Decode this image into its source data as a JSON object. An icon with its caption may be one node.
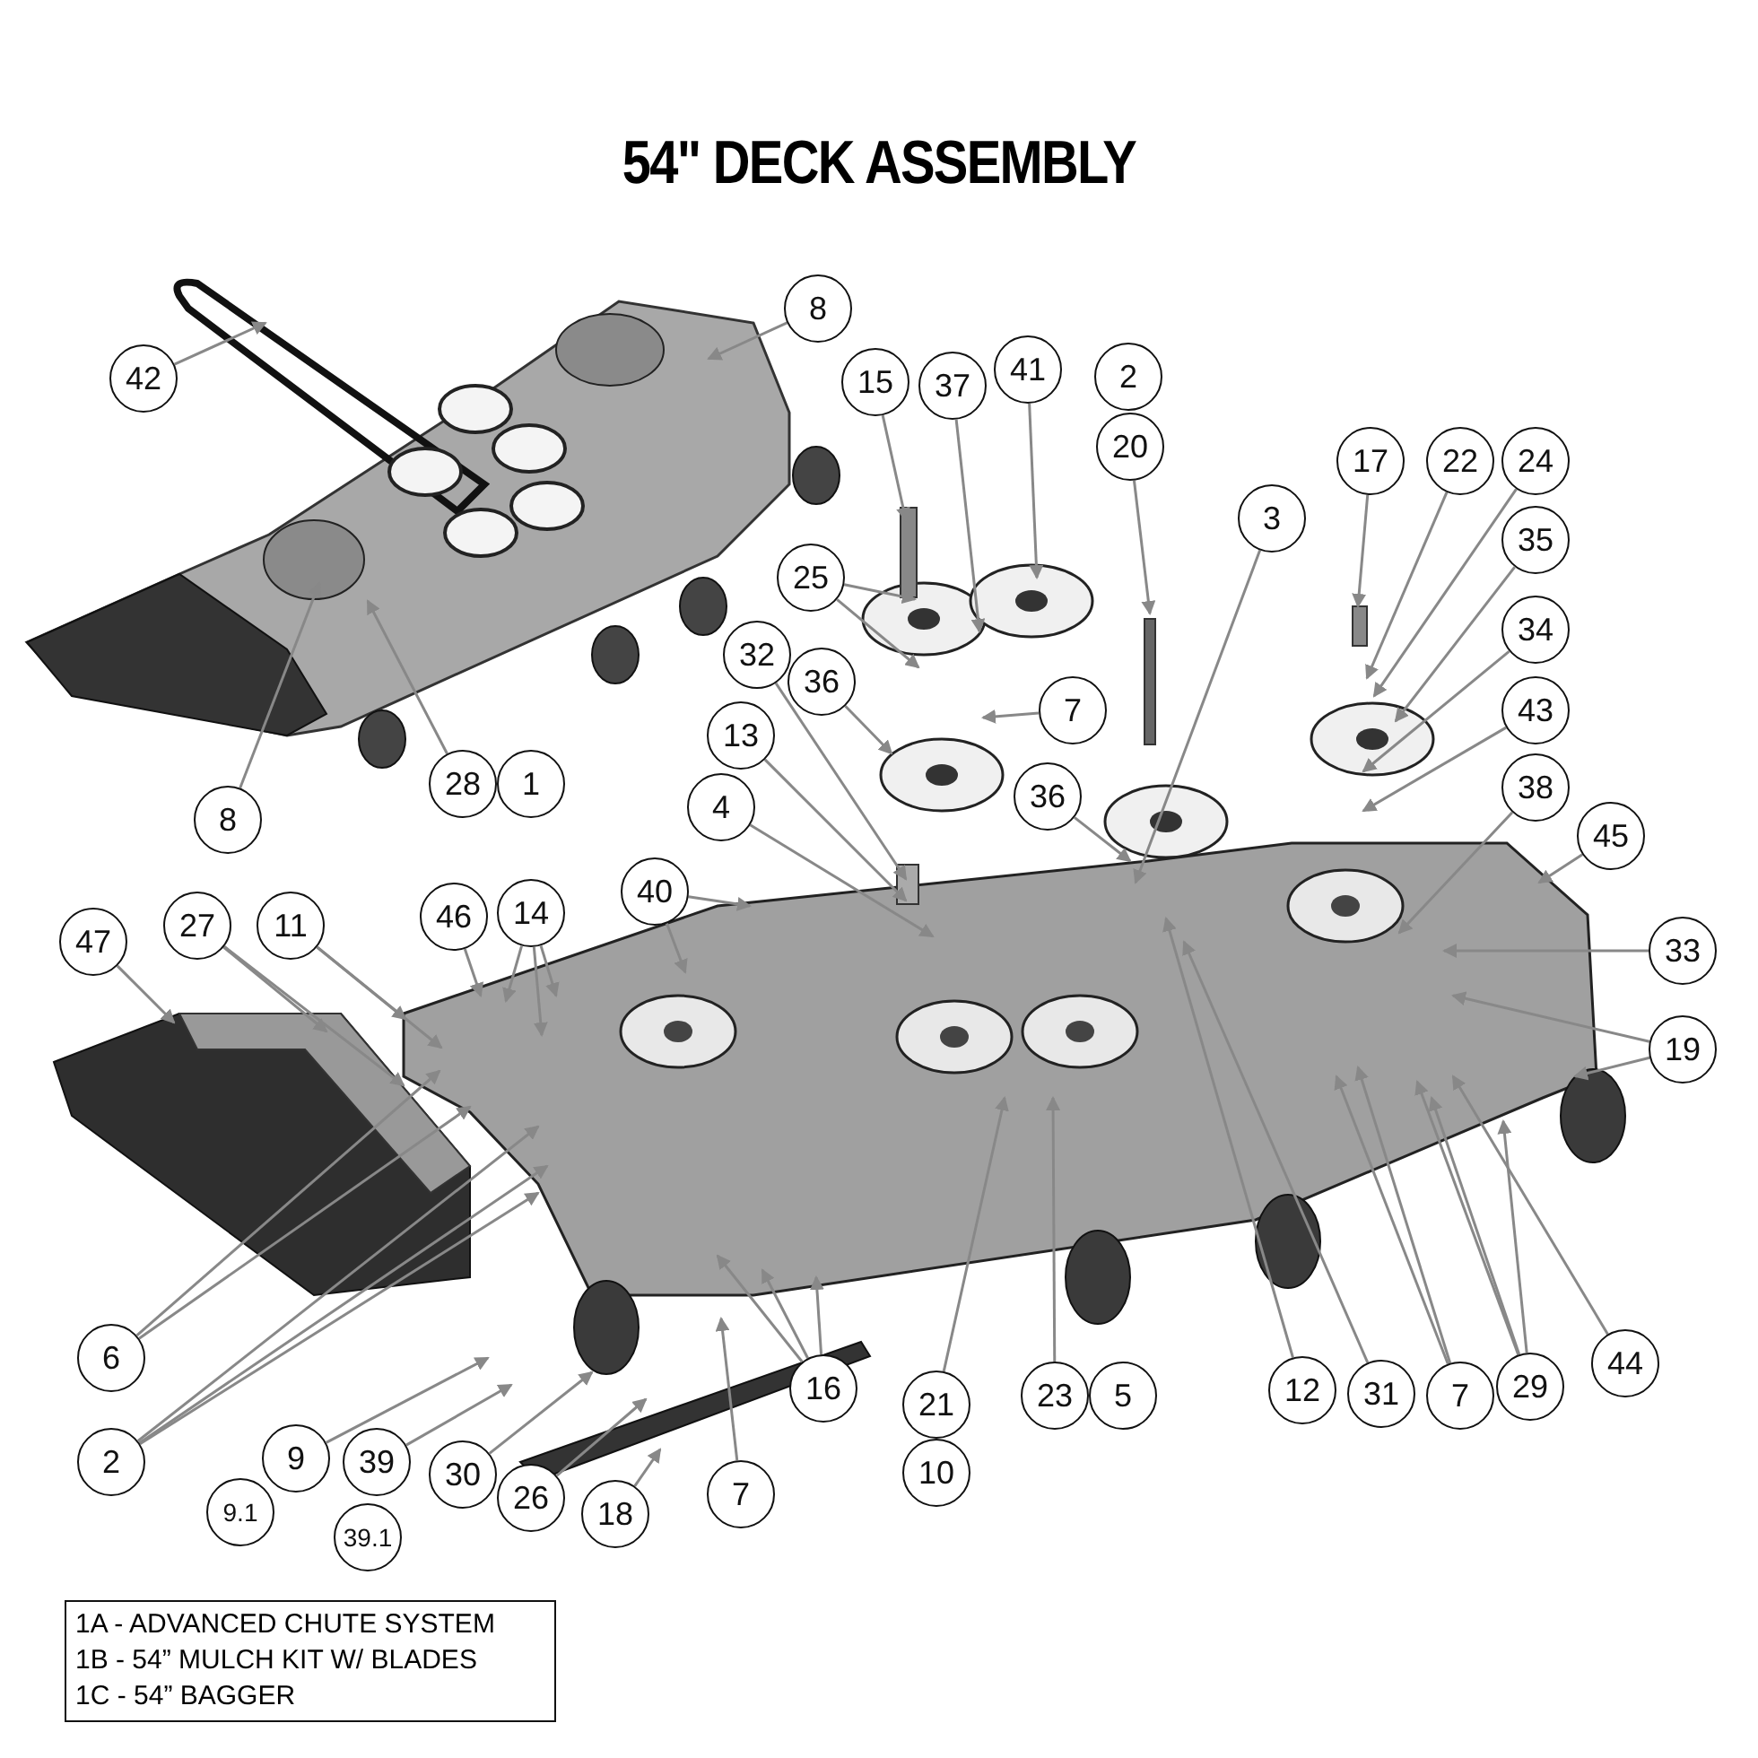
{
  "diagram": {
    "title": "54\" DECK ASSEMBLY",
    "nodes": [
      {
        "text": [
          "42"
        ]
      },
      {
        "text": [
          "8"
        ]
      },
      {
        "text": [
          "15"
        ]
      },
      {
        "text": [
          "37"
        ]
      },
      {
        "text": [
          "41"
        ]
      },
      {
        "text": [
          "20"
        ]
      },
      {
        "text": [
          "3"
        ]
      },
      {
        "text": [
          "17"
        ]
      },
      {
        "text": [
          "22"
        ]
      },
      {
        "text": [
          "24"
        ]
      },
      {
        "text": [
          "35"
        ]
      },
      {
        "text": [
          "34"
        ]
      },
      {
        "text": [
          "43"
        ]
      },
      {
        "text": [
          "38"
        ]
      },
      {
        "text": [
          "45"
        ]
      },
      {
        "text": [
          "25"
        ]
      },
      {
        "text": [
          "32"
        ]
      },
      {
        "text": [
          "36"
        ]
      },
      {
        "text": [
          "13"
        ]
      },
      {
        "text": [
          "7"
        ]
      },
      {
        "text": [
          "36"
        ]
      },
      {
        "text": [
          "4"
        ]
      },
      {
        "text": [
          "40"
        ]
      },
      {
        "text": [
          "47"
        ]
      },
      {
        "text": [
          "27"
        ]
      },
      {
        "text": [
          "11"
        ]
      },
      {
        "text": [
          "46"
        ]
      },
      {
        "text": [
          "14"
        ]
      },
      {
        "text": [
          "33"
        ]
      },
      {
        "text": [
          "19"
        ]
      },
      {
        "text": [
          "6"
        ]
      },
      {
        "text": [
          "2"
        ]
      },
      {
        "text": [
          "9"
        ]
      },
      {
        "text": [
          "39"
        ]
      },
      {
        "text": [
          "30"
        ]
      },
      {
        "text": [
          "26"
        ]
      },
      {
        "text": [
          "18"
        ]
      },
      {
        "text": [
          "16"
        ]
      },
      {
        "text": [
          "7"
        ]
      },
      {
        "text": [
          "21"
        ]
      },
      {
        "text": [
          "23"
        ]
      },
      {
        "text": [
          "12"
        ]
      },
      {
        "text": [
          "31"
        ]
      },
      {
        "text": [
          "7"
        ]
      },
      {
        "text": [
          "29"
        ]
      },
      {
        "text": [
          "44"
        ]
      },
      {
        "text": [
          "8"
        ]
      },
      {
        "text": [
          "28"
        ]
      },
      {
        "text": [
          "1"
        ]
      },
      {
        "text": [
          "2"
        ]
      },
      {
        "text": [
          "5"
        ]
      },
      {
        "text": [
          "10"
        ]
      },
      {
        "text": [
          "9.1"
        ]
      },
      {
        "text": [
          "39.1"
        ]
      }
    ],
    "edges": [
      {
        "from": 0,
        "to": null,
        "arrow": "to"
      },
      {
        "from": 1,
        "to": null,
        "arrow": "to"
      },
      {
        "from": 2,
        "to": null,
        "arrow": "to"
      },
      {
        "from": 3,
        "to": null,
        "arrow": "to"
      },
      {
        "from": 4,
        "to": null,
        "arrow": "to"
      },
      {
        "from": 5,
        "to": null,
        "arrow": "to"
      },
      {
        "from": 6,
        "to": null,
        "arrow": "to"
      },
      {
        "from": 7,
        "to": null,
        "arrow": "to"
      },
      {
        "from": 8,
        "to": null,
        "arrow": "to"
      },
      {
        "from": 9,
        "to": null,
        "arrow": "to"
      },
      {
        "from": 10,
        "to": null,
        "arrow": "to"
      },
      {
        "from": 11,
        "to": null,
        "arrow": "to"
      },
      {
        "from": 12,
        "to": null,
        "arrow": "to"
      },
      {
        "from": 13,
        "to": null,
        "arrow": "to"
      },
      {
        "from": 14,
        "to": null,
        "arrow": "to"
      },
      {
        "from": 15,
        "to": null,
        "arrow": "to"
      },
      {
        "from": 15,
        "to": null,
        "arrow": "to"
      },
      {
        "from": 16,
        "to": null,
        "arrow": "to"
      },
      {
        "from": 17,
        "to": null,
        "arrow": "to"
      },
      {
        "from": 18,
        "to": null,
        "arrow": "to"
      },
      {
        "from": 19,
        "to": null,
        "arrow": "to"
      },
      {
        "from": 20,
        "to": null,
        "arrow": "to"
      },
      {
        "from": 21,
        "to": null,
        "arrow": "to"
      },
      {
        "from": 22,
        "to": null,
        "arrow": "to"
      },
      {
        "from": 22,
        "to": null,
        "arrow": "to"
      },
      {
        "from": 23,
        "to": null,
        "arrow": "to"
      },
      {
        "from": 24,
        "to": null,
        "arrow": "to"
      },
      {
        "from": 24,
        "to": null,
        "arrow": "to"
      },
      {
        "from": 25,
        "to": null,
        "arrow": "to"
      },
      {
        "from": 25,
        "to": null,
        "arrow": "to"
      },
      {
        "from": 26,
        "to": null,
        "arrow": "to"
      },
      {
        "from": 27,
        "to": null,
        "arrow": "to"
      },
      {
        "from": 27,
        "to": null,
        "arrow": "to"
      },
      {
        "from": 27,
        "to": null,
        "arrow": "to"
      },
      {
        "from": 28,
        "to": null,
        "arrow": "to"
      },
      {
        "from": 29,
        "to": null,
        "arrow": "to"
      },
      {
        "from": 29,
        "to": null,
        "arrow": "to"
      },
      {
        "from": 30,
        "to": null,
        "arrow": "to"
      },
      {
        "from": 30,
        "to": null,
        "arrow": "to"
      },
      {
        "from": 31,
        "to": null,
        "arrow": "to"
      },
      {
        "from": 31,
        "to": null,
        "arrow": "to"
      },
      {
        "from": 31,
        "to": null,
        "arrow": "to"
      },
      {
        "from": 32,
        "to": null,
        "arrow": "to"
      },
      {
        "from": 33,
        "to": null,
        "arrow": "to"
      },
      {
        "from": 34,
        "to": null,
        "arrow": "to"
      },
      {
        "from": 35,
        "to": null,
        "arrow": "to"
      },
      {
        "from": 36,
        "to": null,
        "arrow": "to"
      },
      {
        "from": 37,
        "to": null,
        "arrow": "to"
      },
      {
        "from": 37,
        "to": null,
        "arrow": "to"
      },
      {
        "from": 37,
        "to": null,
        "arrow": "to"
      },
      {
        "from": 38,
        "to": null,
        "arrow": "to"
      },
      {
        "from": 39,
        "to": null,
        "arrow": "to"
      },
      {
        "from": 40,
        "to": null,
        "arrow": "to"
      },
      {
        "from": 41,
        "to": null,
        "arrow": "to"
      },
      {
        "from": 42,
        "to": null,
        "arrow": "to"
      },
      {
        "from": 43,
        "to": null,
        "arrow": "to"
      },
      {
        "from": 43,
        "to": null,
        "arrow": "to"
      },
      {
        "from": 44,
        "to": null,
        "arrow": "to"
      },
      {
        "from": 44,
        "to": null,
        "arrow": "to"
      },
      {
        "from": 44,
        "to": null,
        "arrow": "to"
      },
      {
        "from": 45,
        "to": null,
        "arrow": "to"
      },
      {
        "from": 46,
        "to": null,
        "arrow": "to"
      },
      {
        "from": 47,
        "to": null,
        "arrow": "to"
      }
    ],
    "labels": [
      "1A - ADVANCED CHUTE SYSTEM",
      "1B - 54” MULCH KIT W/ BLADES",
      "1C - 54” BAGGER"
    ]
  }
}
